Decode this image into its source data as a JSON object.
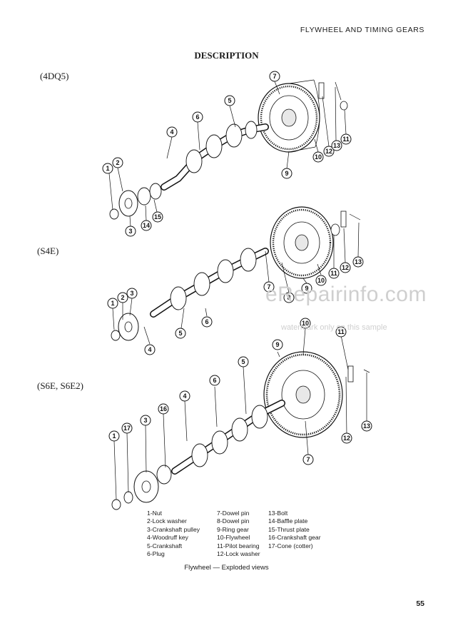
{
  "page": {
    "section_header": "FLYWHEEL AND TIMING GEARS",
    "title": "DESCRIPTION",
    "page_number": "55"
  },
  "watermark": {
    "logo_text": "eRepairinfo.com",
    "note": "watermark only on this sample"
  },
  "views": [
    {
      "model": "(4DQ5)",
      "callouts": [
        "7",
        "5",
        "6",
        "4",
        "2",
        "1",
        "3",
        "14",
        "15",
        "9",
        "10",
        "12",
        "13",
        "11"
      ]
    },
    {
      "model": "(S4E)",
      "callouts": [
        "1",
        "2",
        "3",
        "5",
        "6",
        "4",
        "7",
        "8",
        "9",
        "10",
        "11",
        "12",
        "13"
      ]
    },
    {
      "model": "(S6E, S6E2)",
      "callouts": [
        "9",
        "10",
        "11",
        "5",
        "6",
        "4",
        "16",
        "3",
        "17",
        "1",
        "7",
        "12",
        "13"
      ]
    }
  ],
  "legend": {
    "col1": [
      "1-Nut",
      "2-Lock washer",
      "3-Crankshaft pulley",
      "4-Woodruff key",
      "5-Crankshaft",
      "6-Plug"
    ],
    "col2": [
      "7-Dowel pin",
      "8-Dowel pin",
      "9-Ring gear",
      "10-Flywheel",
      "11-Pilot bearing",
      "12-Lock washer"
    ],
    "col3": [
      "13-Bolt",
      "14-Baffle plate",
      "15-Thrust plate",
      "16-Crankshaft gear",
      "17-Cone (cotter)"
    ]
  },
  "caption": "Flywheel — Exploded views"
}
